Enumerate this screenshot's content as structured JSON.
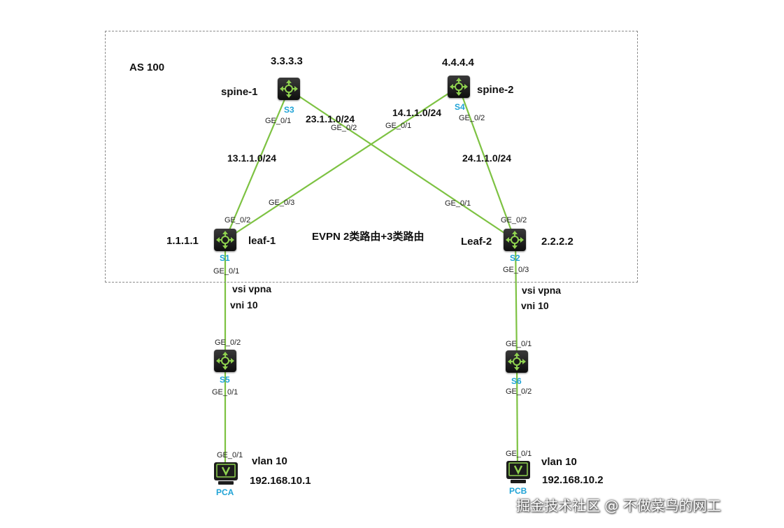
{
  "as_label": "AS 100",
  "center_label": "EVPN 2类路由+3类路由",
  "watermark": "掘金技术社区 @ 不做菜鸟的网工",
  "devices": {
    "s3": {
      "id": "S3",
      "name": "spine-1",
      "ip": "3.3.3.3"
    },
    "s4": {
      "id": "S4",
      "name": "spine-2",
      "ip": "4.4.4.4"
    },
    "s1": {
      "id": "S1",
      "name": "leaf-1",
      "ip": "1.1.1.1"
    },
    "s2": {
      "id": "S2",
      "name": "Leaf-2",
      "ip": "2.2.2.2"
    },
    "s5": {
      "id": "S5"
    },
    "s6": {
      "id": "S6"
    },
    "pca": {
      "id": "PCA",
      "vlan": "vlan 10",
      "ip": "192.168.10.1"
    },
    "pcb": {
      "id": "PCB",
      "vlan": "vlan 10",
      "ip": "192.168.10.2"
    }
  },
  "subnets": {
    "s3_s1": "13.1.1.0/24",
    "s3_s2": "23.1.1.0/24",
    "s4_s1": "14.1.1.0/24",
    "s4_s2": "24.1.1.0/24"
  },
  "ports": {
    "s3_to_s1": "GE_0/1",
    "s3_to_s2": "GE_0/2",
    "s4_to_s1": "GE_0/1",
    "s4_to_s2": "GE_0/2",
    "s1_to_s3": "GE_0/2",
    "s1_to_s4": "GE_0/3",
    "s1_to_s5": "GE_0/1",
    "s2_to_s3": "GE_0/1",
    "s2_to_s4": "GE_0/2",
    "s2_to_s6": "GE_0/3",
    "s5_to_s1": "GE_0/2",
    "s5_to_pca": "GE_0/1",
    "s6_to_s2": "GE_0/1",
    "s6_to_pcb": "GE_0/2",
    "pca_to_s5": "GE_0/1",
    "pcb_to_s6": "GE_0/1"
  },
  "vsi": {
    "left": {
      "vsi": "vsi vpna",
      "vni": "vni 10"
    },
    "right": {
      "vsi": "vsi vpna",
      "vni": "vni 10"
    }
  },
  "colors": {
    "link": "#7dc242",
    "device_label": "#1fa3d6",
    "border": "#8a8a8a"
  }
}
